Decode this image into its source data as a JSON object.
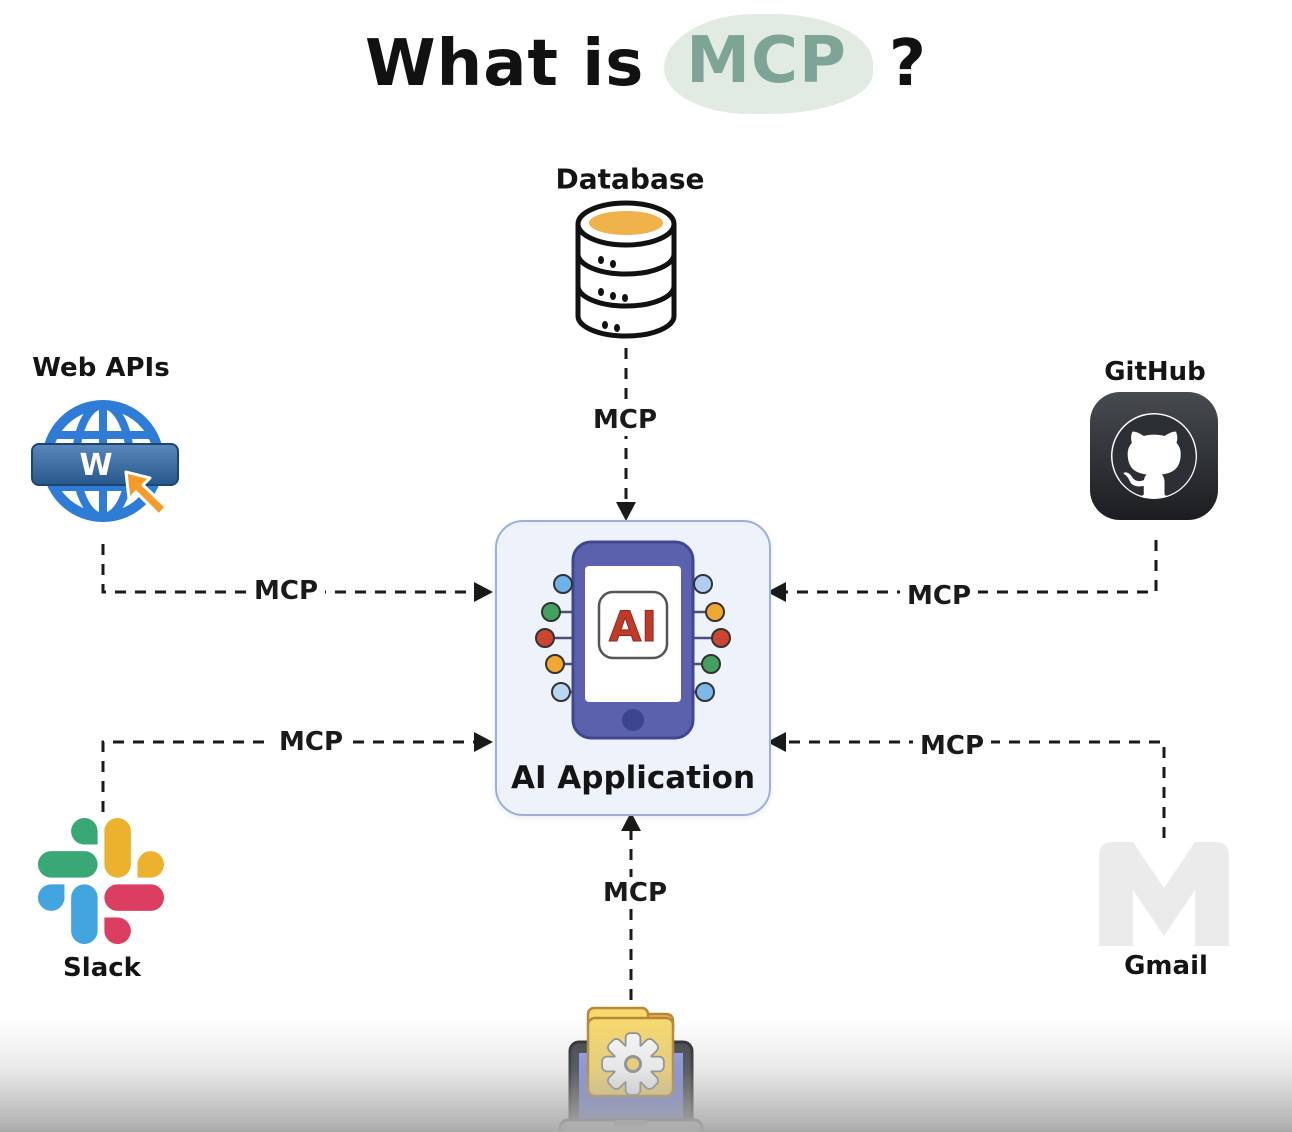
{
  "title": {
    "prefix": "What is",
    "highlight": "MCP",
    "suffix": "?"
  },
  "center": {
    "label": "AI Application",
    "badge": "AI"
  },
  "nodes": {
    "database": {
      "label": "Database"
    },
    "web_apis": {
      "label": "Web APIs",
      "bar_letter": "W"
    },
    "github": {
      "label": "GitHub"
    },
    "slack": {
      "label": "Slack"
    },
    "gmail": {
      "label": "Gmail"
    }
  },
  "edges": {
    "database_to_app": {
      "label": "MCP"
    },
    "web_apis_to_app": {
      "label": "MCP"
    },
    "github_to_app": {
      "label": "MCP"
    },
    "slack_to_app": {
      "label": "MCP"
    },
    "gmail_to_app": {
      "label": "MCP"
    },
    "files_to_app": {
      "label": "MCP"
    }
  },
  "colors": {
    "mcp_text": "#7da495",
    "mcp_blob": "#e2ebe2",
    "database_amber": "#f0b24a",
    "globe_blue": "#2e7cd6",
    "cursor_orange": "#f49b2a",
    "github_dark": "#2c2f33",
    "slack_green": "#3aa876",
    "slack_yellow": "#ecb22e",
    "slack_blue": "#42a5e0",
    "slack_red": "#dc3e61",
    "gmail_gray": "#ebebeb",
    "phone_indigo": "#5b61ad",
    "ai_red": "#c0392b",
    "box_fill": "#eef3fb",
    "box_border": "#9db1d8",
    "folder_yellow": "#f7d96e",
    "laptop_screen": "#7b8ce4"
  }
}
